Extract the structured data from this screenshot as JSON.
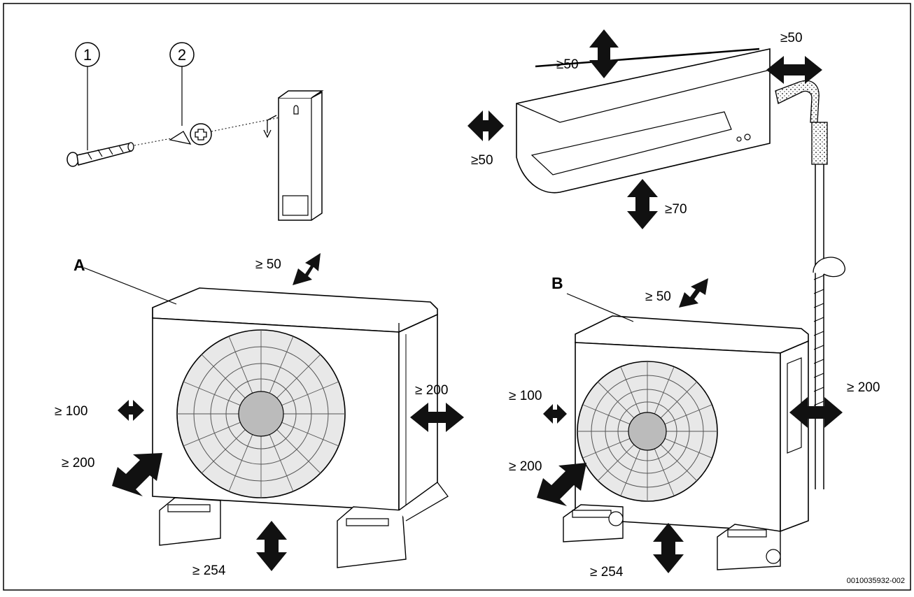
{
  "diagram": {
    "part_callouts": [
      "1",
      "2"
    ],
    "unit_letters": {
      "a": "A",
      "b": "B"
    },
    "indoor_clearances": {
      "top": "≥50",
      "side_right": "≥50",
      "side_left": "≥50",
      "bottom": "≥70"
    },
    "outdoor_a_clearances": {
      "top": "≥ 50",
      "left": "≥ 100",
      "right": "≥ 200",
      "front": "≥ 200",
      "bottom": "≥ 254"
    },
    "outdoor_b_clearances": {
      "top": "≥ 50",
      "left": "≥ 100",
      "right": "≥ 200",
      "front": "≥ 200",
      "bottom": "≥ 254"
    },
    "document_code": "0010035932-002"
  }
}
